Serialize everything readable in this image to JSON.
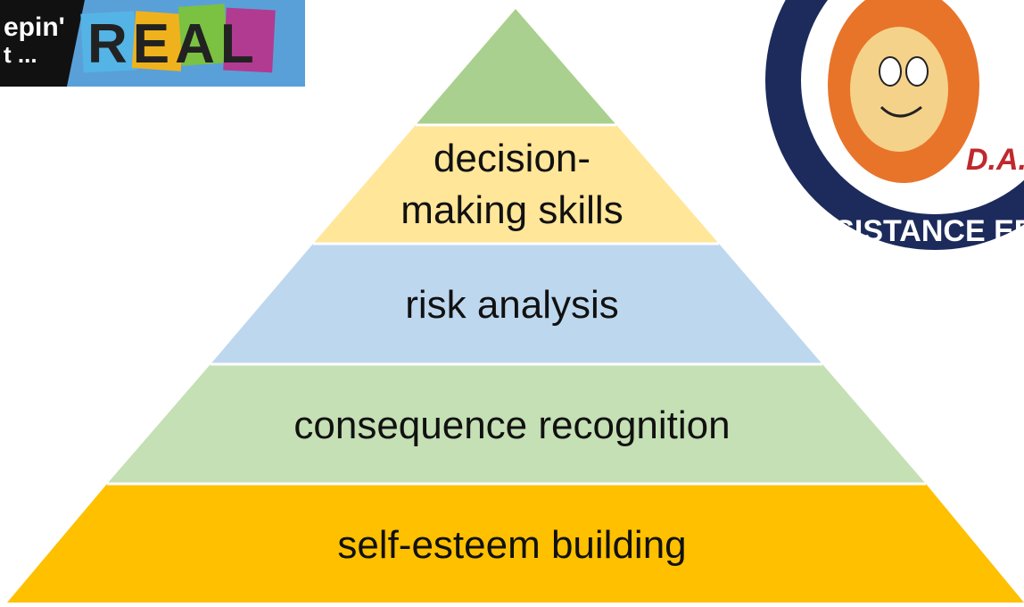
{
  "pyramid": {
    "levels": [
      {
        "label": "",
        "color": "#a9d08e"
      },
      {
        "label": "decision-\nmaking skills",
        "line1": "decision-",
        "line2": "making skills",
        "color": "#ffe699"
      },
      {
        "label": "risk analysis",
        "color": "#bdd7ee"
      },
      {
        "label": "consequence recognition",
        "color": "#c5e0b4"
      },
      {
        "label": "self-esteem building",
        "color": "#ffc000"
      }
    ]
  },
  "logos": {
    "left": {
      "text_small_1": "epin'",
      "text_small_2": "t ...",
      "word": "REAL"
    },
    "right": {
      "ring_text": "RESISTANCE EDUCA",
      "badge": "D.A.R.E."
    }
  }
}
